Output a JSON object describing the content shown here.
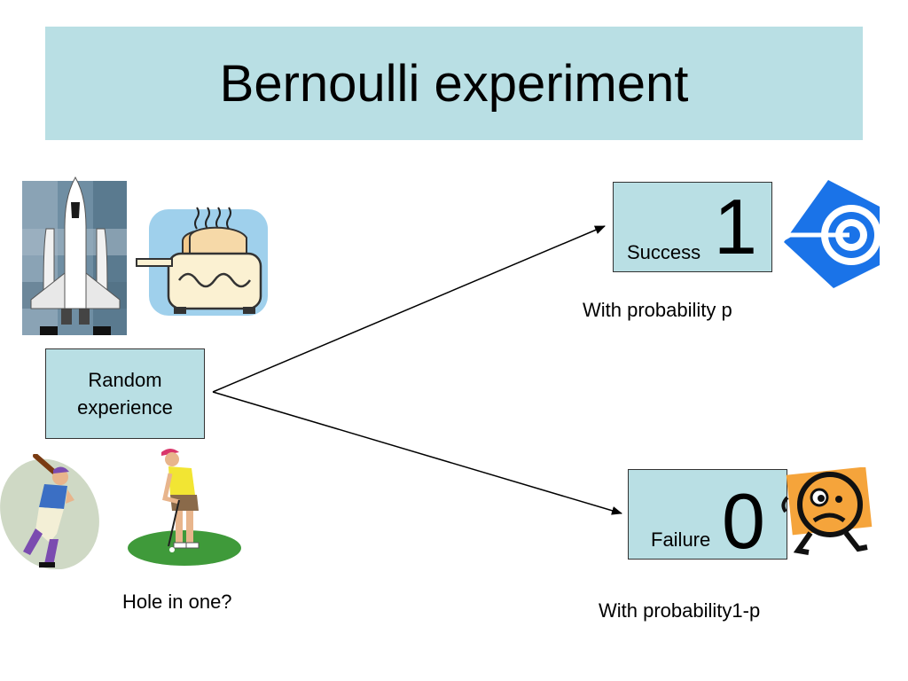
{
  "title": "Bernoulli experiment",
  "random_box": {
    "line1": "Random",
    "line2": "experience"
  },
  "success": {
    "word": "Success",
    "digit": "1",
    "probability": "With probability p"
  },
  "failure": {
    "word": "Failure",
    "digit": "0",
    "probability": "With probability1-p"
  },
  "hole_caption": "Hole in one?",
  "colors": {
    "banner": "#b9dfe4",
    "box_fill": "#b9dfe4",
    "target_blue": "#1a73e8",
    "face_orange": "#f5a43b"
  },
  "icons": [
    "rocket-shuttle-icon",
    "toaster-icon",
    "target-arrow-icon",
    "sad-face-icon",
    "baseball-player-icon",
    "golfer-icon"
  ]
}
